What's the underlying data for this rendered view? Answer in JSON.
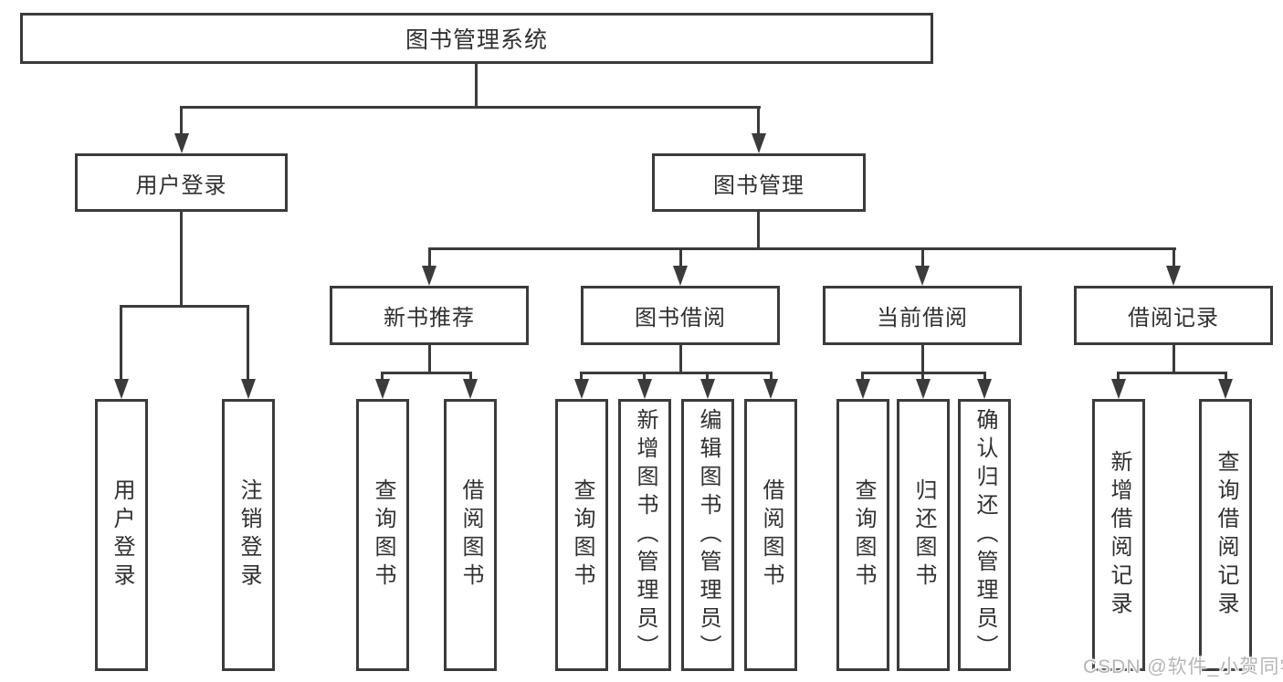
{
  "diagram": {
    "title": "图书管理系统",
    "level2": [
      {
        "label": "用户登录"
      },
      {
        "label": "图书管理"
      }
    ],
    "level3": [
      {
        "label": "新书推荐"
      },
      {
        "label": "图书借阅"
      },
      {
        "label": "当前借阅"
      },
      {
        "label": "借阅记录"
      }
    ],
    "leaves": {
      "userLogin": [
        {
          "label": "用户登录"
        },
        {
          "label": "注销登录"
        }
      ],
      "newBooks": [
        {
          "label": "查询图书"
        },
        {
          "label": "借阅图书"
        }
      ],
      "bookBorrow": [
        {
          "label": "查询图书"
        },
        {
          "label": "新增图书（管理员）"
        },
        {
          "label": "编辑图书（管理员）"
        },
        {
          "label": "借阅图书"
        }
      ],
      "currentBorrow": [
        {
          "label": "查询图书"
        },
        {
          "label": "归还图书"
        },
        {
          "label": "确认归还（管理员）"
        }
      ],
      "borrowRecords": [
        {
          "label": "新增借阅记录"
        },
        {
          "label": "查询借阅记录"
        }
      ]
    }
  },
  "watermark": {
    "text": "CSDN @软件_小贺同学",
    "color": "#b6b6b6"
  },
  "colors": {
    "line": "#3b3b3b",
    "text": "#303030",
    "background": "#ffffff"
  }
}
